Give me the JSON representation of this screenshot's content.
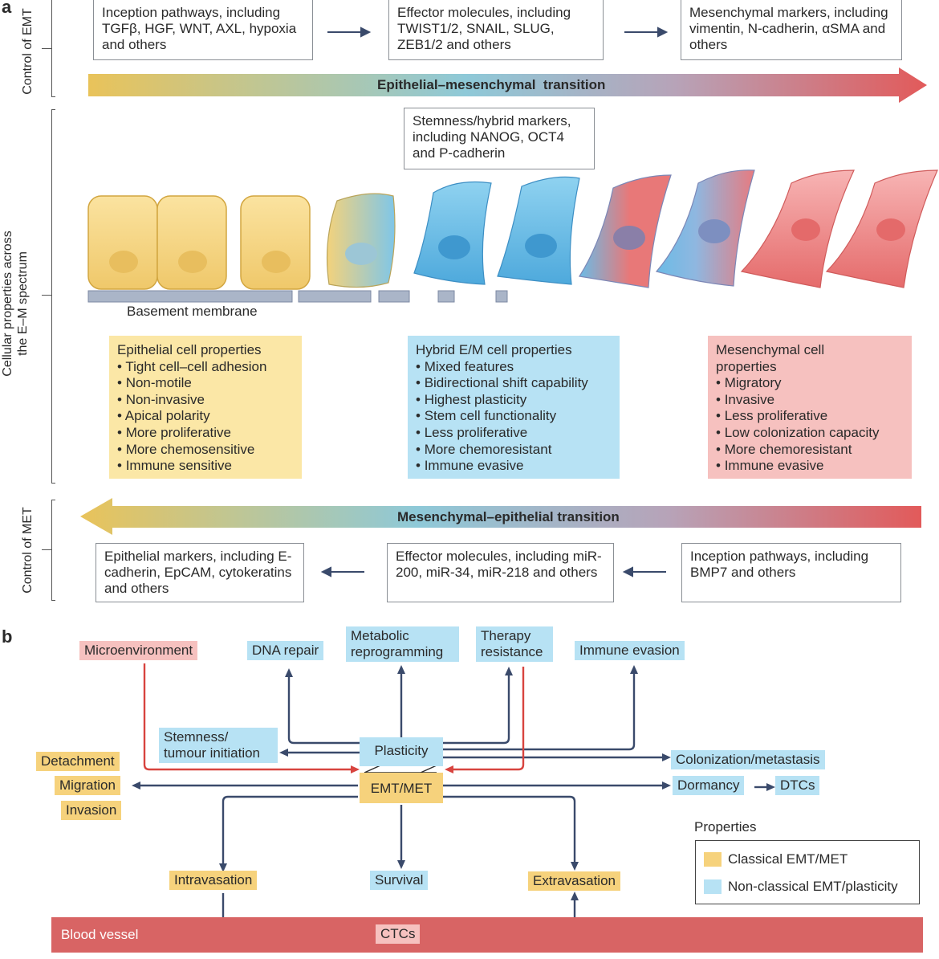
{
  "panel_a": {
    "letter": "a",
    "emt_control_label": "Control of EMT",
    "cellular_label_line1": "Cellular properties across",
    "cellular_label_line2": "the E–M spectrum",
    "met_control_label": "Control of MET",
    "emt_boxes": [
      "Inception pathways, including TGFβ, HGF, WNT, AXL, hypoxia and others",
      "Effector molecules, including TWIST1/2, SNAIL, SLUG, ZEB1/2 and others",
      "Mesenchymal markers, including vimentin, N-cadherin, αSMA and others"
    ],
    "emt_arrow_label": "Epithelial–mesenchymal  transition",
    "stemness_box": "Stemness/hybrid markers, including NANOG, OCT4 and P-cadherin",
    "basement_membrane": "Basement membrane",
    "epithelial_props": {
      "title": "Epithelial cell properties",
      "items": [
        "Tight cell–cell adhesion",
        "Non-motile",
        "Non-invasive",
        "Apical polarity",
        "More proliferative",
        "More chemosensitive",
        "Immune sensitive"
      ]
    },
    "hybrid_props": {
      "title": "Hybrid E/M cell properties",
      "items": [
        "Mixed features",
        "Bidirectional shift capability",
        "Highest plasticity",
        "Stem cell functionality",
        "Less proliferative",
        "More chemoresistant",
        "Immune evasive"
      ]
    },
    "mesenchymal_props": {
      "title": "Mesenchymal cell properties",
      "items": [
        "Migratory",
        "Invasive",
        "Less proliferative",
        "Low colonization capacity",
        "More chemoresistant",
        "Immune evasive"
      ]
    },
    "met_arrow_label": "Mesenchymal–epithelial transition",
    "met_boxes": [
      "Epithelial markers, including E-cadherin, EpCAM, cytokeratins and others",
      "Effector molecules, including miR-200, miR-34, miR-218 and others",
      "Inception pathways, including BMP7 and others"
    ]
  },
  "panel_b": {
    "letter": "b",
    "microenvironment": "Microenvironment",
    "dna_repair": "DNA repair",
    "metabolic": "Metabolic reprogramming",
    "therapy": "Therapy resistance",
    "immune_evasion": "Immune evasion",
    "stemness": "Stemness/ tumour initiation",
    "plasticity": "Plasticity",
    "emt_met": "EMT/MET",
    "detachment": "Detachment",
    "migration": "Migration",
    "invasion": "Invasion",
    "colonization": "Colonization/metastasis",
    "dormancy": "Dormancy",
    "dtcs": "DTCs",
    "intravasation": "Intravasation",
    "survival": "Survival",
    "extravasation": "Extravasation",
    "blood_vessel": "Blood vessel",
    "ctcs": "CTCs",
    "legend": {
      "title": "Properties",
      "classical": "Classical EMT/MET",
      "nonclassical": "Non-classical EMT/plasticity"
    }
  },
  "colors": {
    "yellow": "#f6d27c",
    "blue": "#b7e2f4",
    "pink": "#f6c1bf",
    "navy": "#3a4a6b",
    "red": "#d8443f",
    "vessel": "#d86464"
  }
}
